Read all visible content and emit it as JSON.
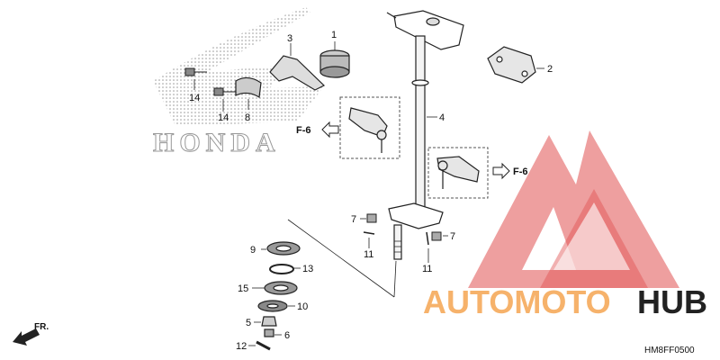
{
  "brand_text": "HONDA",
  "watermark": {
    "part1": "AUTOMOTO",
    "part2": "HUB",
    "color1": "#f6b26b",
    "color2": "#222222",
    "logo_color": "#e05050"
  },
  "refs": {
    "left": "F-6",
    "right": "F-6"
  },
  "diagram_code": "HM8FF0500",
  "front_label": "FR.",
  "callouts": {
    "c1": "1",
    "c2": "2",
    "c3": "3",
    "c4": "4",
    "c5": "5",
    "c6": "6",
    "c7a": "7",
    "c7b": "7",
    "c8": "8",
    "c9": "9",
    "c10": "10",
    "c11a": "11",
    "c11b": "11",
    "c12": "12",
    "c13": "13",
    "c14a": "14",
    "c14b": "14",
    "c15": "15"
  }
}
